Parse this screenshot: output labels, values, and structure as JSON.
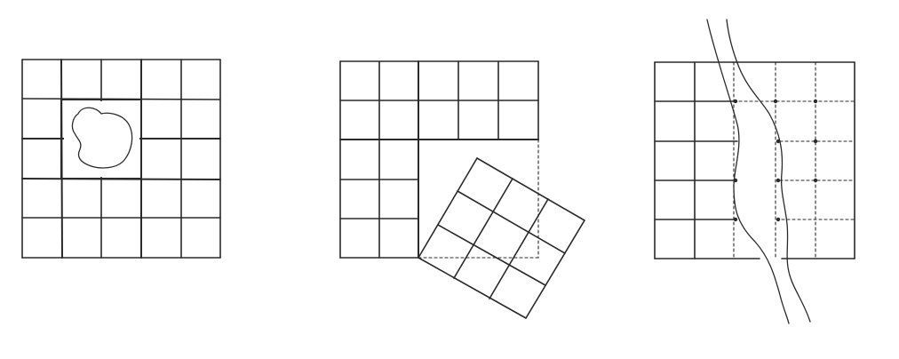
{
  "figures": [
    {
      "id": "grid-with-blob",
      "concept": "irregular-shape-in-grid"
    },
    {
      "id": "grid-with-rotated-grid",
      "concept": "rotated-subgrid"
    },
    {
      "id": "grid-with-river",
      "concept": "river-cutting-grid"
    }
  ],
  "colors": {
    "ink": "#2a2a2a",
    "background": "#ffffff"
  }
}
